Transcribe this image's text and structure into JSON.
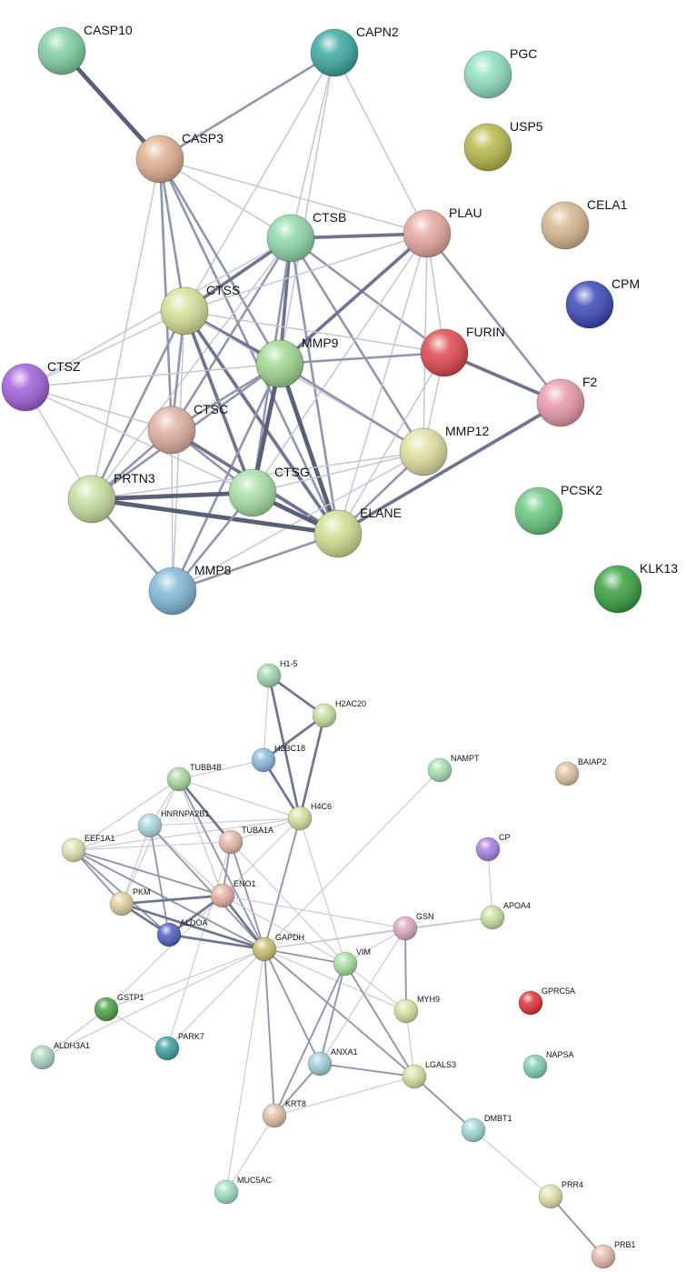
{
  "networks": [
    {
      "id": "protease-network",
      "nodes": [
        {
          "id": "CASP10",
          "label": "CASP10",
          "color": "#7fcfa0"
        },
        {
          "id": "CAPN2",
          "label": "CAPN2",
          "color": "#3aa8a0"
        },
        {
          "id": "PGC",
          "label": "PGC",
          "color": "#8ee0c0"
        },
        {
          "id": "USP5",
          "label": "USP5",
          "color": "#b8b84a"
        },
        {
          "id": "CASP3",
          "label": "CASP3",
          "color": "#e0b090"
        },
        {
          "id": "CTSB",
          "label": "CTSB",
          "color": "#8ed8a8"
        },
        {
          "id": "PLAU",
          "label": "PLAU",
          "color": "#e8a8a0"
        },
        {
          "id": "CELA1",
          "label": "CELA1",
          "color": "#d8b890"
        },
        {
          "id": "CTSS",
          "label": "CTSS",
          "color": "#d8e098"
        },
        {
          "id": "CPM",
          "label": "CPM",
          "color": "#3a48b8"
        },
        {
          "id": "FURIN",
          "label": "FURIN",
          "color": "#e04850"
        },
        {
          "id": "MMP9",
          "label": "MMP9",
          "color": "#a0d890"
        },
        {
          "id": "CTSZ",
          "label": "CTSZ",
          "color": "#a060d8"
        },
        {
          "id": "F2",
          "label": "F2",
          "color": "#e89aa8"
        },
        {
          "id": "CTSC",
          "label": "CTSC",
          "color": "#e0b0a0"
        },
        {
          "id": "MMP12",
          "label": "MMP12",
          "color": "#e0e0a0"
        },
        {
          "id": "PCSK2",
          "label": "PCSK2",
          "color": "#68c880"
        },
        {
          "id": "PRTN3",
          "label": "PRTN3",
          "color": "#c8e0a0"
        },
        {
          "id": "CTSG",
          "label": "CTSG",
          "color": "#a8e0a8"
        },
        {
          "id": "ELANE",
          "label": "ELANE",
          "color": "#d0e090"
        },
        {
          "id": "MMP8",
          "label": "MMP8",
          "color": "#80b8d8"
        },
        {
          "id": "KLK13",
          "label": "KLK13",
          "color": "#3aa040"
        }
      ],
      "edges": [
        [
          "CASP10",
          "CASP3",
          4
        ],
        [
          "CAPN2",
          "CASP3",
          2
        ],
        [
          "CAPN2",
          "CTSB",
          1
        ],
        [
          "CAPN2",
          "CTSS",
          1
        ],
        [
          "CAPN2",
          "MMP9",
          1
        ],
        [
          "CAPN2",
          "PLAU",
          1
        ],
        [
          "CASP3",
          "CTSB",
          1
        ],
        [
          "CASP3",
          "CTSS",
          2
        ],
        [
          "CASP3",
          "MMP9",
          2
        ],
        [
          "CASP3",
          "CTSC",
          2
        ],
        [
          "CASP3",
          "ELANE",
          2
        ],
        [
          "CASP3",
          "PRTN3",
          1
        ],
        [
          "CASP3",
          "PLAU",
          1
        ],
        [
          "CTSB",
          "PLAU",
          3
        ],
        [
          "CTSB",
          "CTSS",
          3
        ],
        [
          "CTSB",
          "MMP9",
          3
        ],
        [
          "CTSB",
          "CTSC",
          2
        ],
        [
          "CTSB",
          "CTSG",
          2
        ],
        [
          "CTSB",
          "ELANE",
          2
        ],
        [
          "CTSB",
          "FURIN",
          2
        ],
        [
          "CTSB",
          "MMP12",
          2
        ],
        [
          "CTSB",
          "PRTN3",
          1
        ],
        [
          "CTSB",
          "CTSZ",
          1
        ],
        [
          "PLAU",
          "FURIN",
          1
        ],
        [
          "PLAU",
          "F2",
          2
        ],
        [
          "PLAU",
          "MMP9",
          3
        ],
        [
          "PLAU",
          "CTSS",
          1
        ],
        [
          "PLAU",
          "MMP12",
          1
        ],
        [
          "PLAU",
          "CTSG",
          1
        ],
        [
          "PLAU",
          "ELANE",
          1
        ],
        [
          "CTSS",
          "MMP9",
          3
        ],
        [
          "CTSS",
          "CTSC",
          2
        ],
        [
          "CTSS",
          "CTSG",
          3
        ],
        [
          "CTSS",
          "ELANE",
          3
        ],
        [
          "CTSS",
          "PRTN3",
          2
        ],
        [
          "CTSS",
          "CTSZ",
          1
        ],
        [
          "CTSS",
          "MMP8",
          1
        ],
        [
          "CTSS",
          "FURIN",
          1
        ],
        [
          "CTSS",
          "MMP12",
          1
        ],
        [
          "FURIN",
          "MMP9",
          2
        ],
        [
          "FURIN",
          "F2",
          3
        ],
        [
          "FURIN",
          "ELANE",
          1
        ],
        [
          "FURIN",
          "MMP12",
          1
        ],
        [
          "MMP9",
          "MMP12",
          2
        ],
        [
          "MMP9",
          "CTSG",
          4
        ],
        [
          "MMP9",
          "ELANE",
          4
        ],
        [
          "MMP9",
          "PRTN3",
          2
        ],
        [
          "MMP9",
          "CTSC",
          2
        ],
        [
          "MMP9",
          "MMP8",
          2
        ],
        [
          "MMP9",
          "CTSZ",
          1
        ],
        [
          "CTSZ",
          "CTSC",
          1
        ],
        [
          "CTSZ",
          "PRTN3",
          1
        ],
        [
          "CTSZ",
          "ELANE",
          1
        ],
        [
          "F2",
          "ELANE",
          3
        ],
        [
          "CTSC",
          "CTSG",
          2
        ],
        [
          "CTSC",
          "ELANE",
          3
        ],
        [
          "CTSC",
          "PRTN3",
          2
        ],
        [
          "CTSC",
          "MMP8",
          1
        ],
        [
          "MMP12",
          "CTSG",
          1
        ],
        [
          "MMP12",
          "ELANE",
          2
        ],
        [
          "MMP12",
          "PRTN3",
          1
        ],
        [
          "MMP12",
          "MMP8",
          1
        ],
        [
          "PRTN3",
          "CTSG",
          4
        ],
        [
          "PRTN3",
          "ELANE",
          4
        ],
        [
          "PRTN3",
          "MMP8",
          2
        ],
        [
          "CTSG",
          "ELANE",
          4
        ],
        [
          "CTSG",
          "MMP8",
          2
        ],
        [
          "ELANE",
          "MMP8",
          2
        ]
      ]
    },
    {
      "id": "cytoskeletal-network",
      "nodes": [
        {
          "id": "H1-5",
          "label": "H1-5",
          "color": "#a0d8b0"
        },
        {
          "id": "H2AC20",
          "label": "H2AC20",
          "color": "#c8e0a0"
        },
        {
          "id": "H2BC18",
          "label": "H2BC18",
          "color": "#8ab8e0"
        },
        {
          "id": "NAMPT",
          "label": "NAMPT",
          "color": "#a8e0b0"
        },
        {
          "id": "BAIAP2",
          "label": "BAIAP2",
          "color": "#e0c0a0"
        },
        {
          "id": "TUBB4B",
          "label": "TUBB4B",
          "color": "#a8d8a0"
        },
        {
          "id": "HNRNPA2B1",
          "label": "HNRNPA2B1",
          "color": "#a8d8e0"
        },
        {
          "id": "H4C6",
          "label": "H4C6",
          "color": "#d8e0a0"
        },
        {
          "id": "TUBA1A",
          "label": "TUBA1A",
          "color": "#e8b8a8"
        },
        {
          "id": "EEF1A1",
          "label": "EEF1A1",
          "color": "#e0e0b0"
        },
        {
          "id": "CP",
          "label": "CP",
          "color": "#a880e0"
        },
        {
          "id": "ENO1",
          "label": "ENO1",
          "color": "#e8b0a0"
        },
        {
          "id": "PKM",
          "label": "PKM",
          "color": "#e0d0a0"
        },
        {
          "id": "APOA4",
          "label": "APOA4",
          "color": "#c8e0a0"
        },
        {
          "id": "GSN",
          "label": "GSN",
          "color": "#e0a8c0"
        },
        {
          "id": "ALDOA",
          "label": "ALDOA",
          "color": "#5060c0"
        },
        {
          "id": "GAPDH",
          "label": "GAPDH",
          "color": "#c8c070"
        },
        {
          "id": "VIM",
          "label": "VIM",
          "color": "#a8e0a0"
        },
        {
          "id": "GPRC5A",
          "label": "GPRC5A",
          "color": "#e03038"
        },
        {
          "id": "GSTP1",
          "label": "GSTP1",
          "color": "#50a048"
        },
        {
          "id": "MYH9",
          "label": "MYH9",
          "color": "#d8e0a0"
        },
        {
          "id": "PARK7",
          "label": "PARK7",
          "color": "#40a0a0"
        },
        {
          "id": "ALDH3A1",
          "label": "ALDH3A1",
          "color": "#a8d8c0"
        },
        {
          "id": "ANXA1",
          "label": "ANXA1",
          "color": "#a0d0d8"
        },
        {
          "id": "NAPSA",
          "label": "NAPSA",
          "color": "#80d0b0"
        },
        {
          "id": "LGALS3",
          "label": "LGALS3",
          "color": "#d8e0a0"
        },
        {
          "id": "KRT8",
          "label": "KRT8",
          "color": "#e0c0a8"
        },
        {
          "id": "DMBT1",
          "label": "DMBT1",
          "color": "#a0d8d8"
        },
        {
          "id": "MUC5AC",
          "label": "MUC5AC",
          "color": "#a0e0c0"
        },
        {
          "id": "PRR4",
          "label": "PRR4",
          "color": "#e0e0a8"
        },
        {
          "id": "PRB1",
          "label": "PRB1",
          "color": "#e8b8a8"
        }
      ],
      "edges": [
        [
          "H1-5",
          "H2AC20",
          3
        ],
        [
          "H1-5",
          "H2BC18",
          1
        ],
        [
          "H1-5",
          "H4C6",
          3
        ],
        [
          "H2AC20",
          "H2BC18",
          3
        ],
        [
          "H2AC20",
          "H4C6",
          3
        ],
        [
          "H2BC18",
          "H4C6",
          3
        ],
        [
          "H2BC18",
          "TUBB4B",
          1
        ],
        [
          "H4C6",
          "TUBB4B",
          1
        ],
        [
          "H4C6",
          "HNRNPA2B1",
          1
        ],
        [
          "H4C6",
          "EEF1A1",
          1
        ],
        [
          "H4C6",
          "TUBA1A",
          1
        ],
        [
          "H4C6",
          "ENO1",
          1
        ],
        [
          "H4C6",
          "GAPDH",
          2
        ],
        [
          "H4C6",
          "VIM",
          1
        ],
        [
          "TUBB4B",
          "TUBA1A",
          3
        ],
        [
          "TUBB4B",
          "EEF1A1",
          1
        ],
        [
          "TUBB4B",
          "ENO1",
          1
        ],
        [
          "TUBB4B",
          "GAPDH",
          2
        ],
        [
          "TUBB4B",
          "PKM",
          1
        ],
        [
          "TUBB4B",
          "HNRNPA2B1",
          1
        ],
        [
          "HNRNPA2B1",
          "EEF1A1",
          1
        ],
        [
          "HNRNPA2B1",
          "ENO1",
          1
        ],
        [
          "HNRNPA2B1",
          "GAPDH",
          2
        ],
        [
          "HNRNPA2B1",
          "PKM",
          1
        ],
        [
          "HNRNPA2B1",
          "ALDOA",
          2
        ],
        [
          "TUBA1A",
          "EEF1A1",
          1
        ],
        [
          "TUBA1A",
          "ENO1",
          2
        ],
        [
          "TUBA1A",
          "GAPDH",
          2
        ],
        [
          "TUBA1A",
          "VIM",
          1
        ],
        [
          "TUBA1A",
          "PARK7",
          1
        ],
        [
          "EEF1A1",
          "ENO1",
          2
        ],
        [
          "EEF1A1",
          "PKM",
          2
        ],
        [
          "EEF1A1",
          "ALDOA",
          2
        ],
        [
          "EEF1A1",
          "GAPDH",
          2
        ],
        [
          "ENO1",
          "PKM",
          3
        ],
        [
          "ENO1",
          "ALDOA",
          3
        ],
        [
          "ENO1",
          "GAPDH",
          3
        ],
        [
          "ENO1",
          "GSN",
          1
        ],
        [
          "ENO1",
          "VIM",
          1
        ],
        [
          "ENO1",
          "GSTP1",
          1
        ],
        [
          "PKM",
          "ALDOA",
          3
        ],
        [
          "PKM",
          "GAPDH",
          3
        ],
        [
          "ALDOA",
          "GAPDH",
          3
        ],
        [
          "GAPDH",
          "GSN",
          1
        ],
        [
          "GAPDH",
          "VIM",
          2
        ],
        [
          "GAPDH",
          "GSTP1",
          1
        ],
        [
          "GAPDH",
          "PARK7",
          1
        ],
        [
          "GAPDH",
          "ALDH3A1",
          1
        ],
        [
          "GAPDH",
          "ANXA1",
          2
        ],
        [
          "GAPDH",
          "KRT8",
          2
        ],
        [
          "GAPDH",
          "LGALS3",
          2
        ],
        [
          "GAPDH",
          "MYH9",
          1
        ],
        [
          "GAPDH",
          "MUC5AC",
          1
        ],
        [
          "GAPDH",
          "NAMPT",
          1
        ],
        [
          "GAPDH",
          "APOA4",
          1
        ],
        [
          "GSN",
          "APOA4",
          1
        ],
        [
          "GSN",
          "VIM",
          1
        ],
        [
          "GSN",
          "MYH9",
          2
        ],
        [
          "GSN",
          "ANXA1",
          1
        ],
        [
          "CP",
          "APOA4",
          1
        ],
        [
          "VIM",
          "MYH9",
          1
        ],
        [
          "VIM",
          "ANXA1",
          2
        ],
        [
          "VIM",
          "KRT8",
          2
        ],
        [
          "VIM",
          "LGALS3",
          2
        ],
        [
          "MYH9",
          "LGALS3",
          1
        ],
        [
          "ANXA1",
          "LGALS3",
          2
        ],
        [
          "ANXA1",
          "KRT8",
          2
        ],
        [
          "GSTP1",
          "ALDH3A1",
          1
        ],
        [
          "GSTP1",
          "PARK7",
          1
        ],
        [
          "KRT8",
          "MUC5AC",
          1
        ],
        [
          "KRT8",
          "LGALS3",
          1
        ],
        [
          "LGALS3",
          "DMBT1",
          2
        ],
        [
          "DMBT1",
          "PRR4",
          1
        ],
        [
          "PRR4",
          "PRB1",
          2
        ]
      ]
    }
  ]
}
